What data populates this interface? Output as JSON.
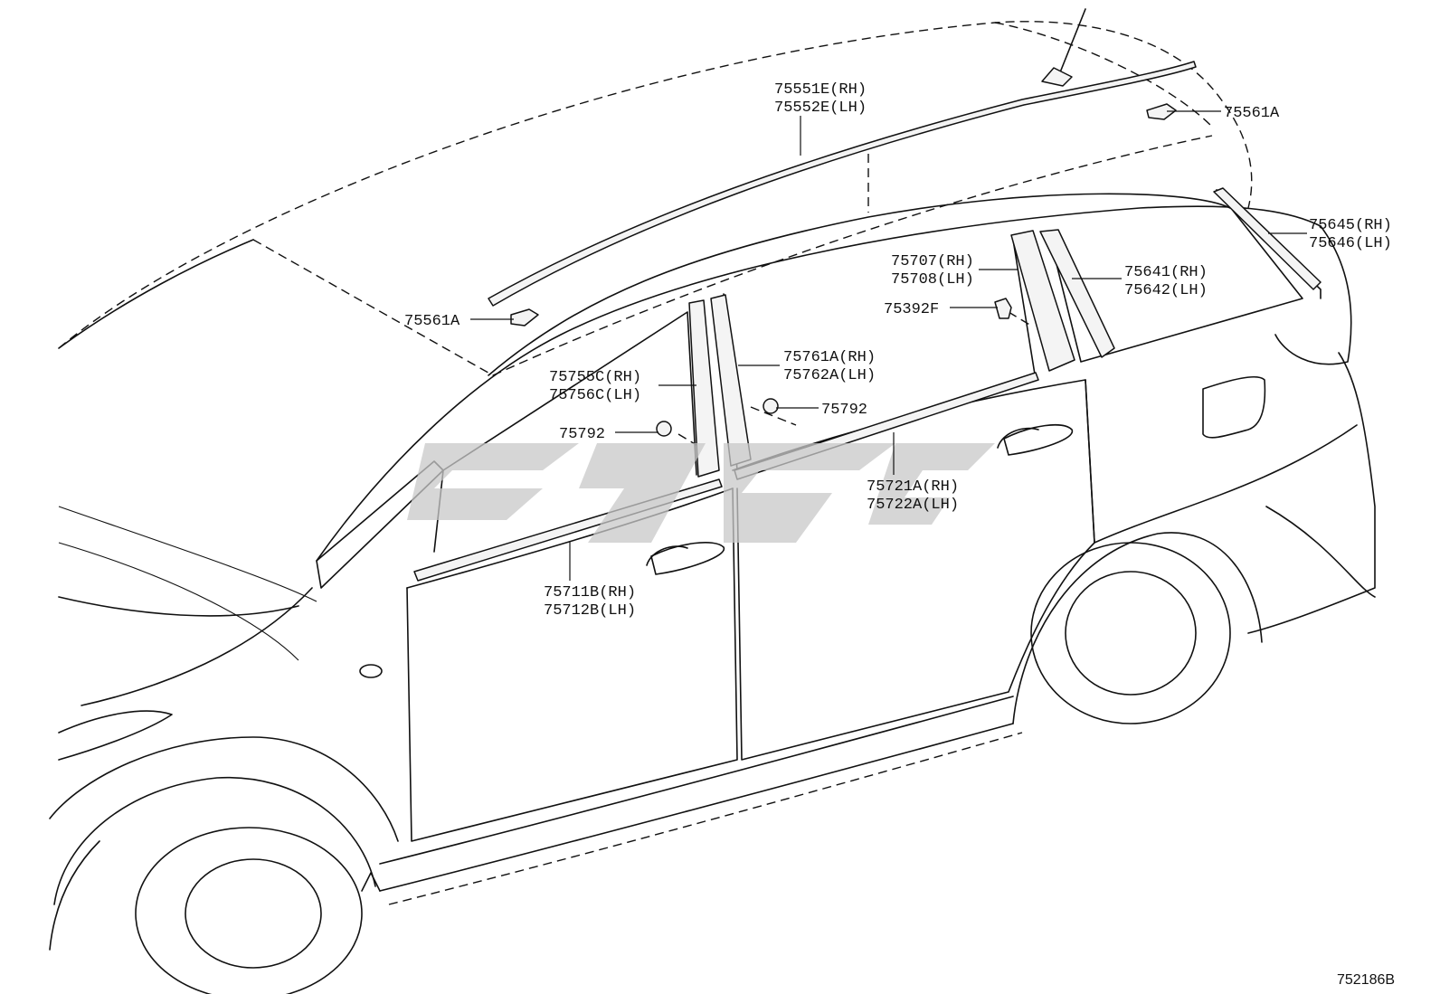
{
  "diagram_code": "752186B",
  "callouts": [
    {
      "id": "roof_molding",
      "lines": [
        "75551E(RH)",
        "75552E(LH)"
      ]
    },
    {
      "id": "roof_clip_rear",
      "lines": [
        "75561A"
      ]
    },
    {
      "id": "roof_clip_front",
      "lines": [
        "75561A"
      ]
    },
    {
      "id": "quarter_window_molding",
      "lines": [
        "75645(RH)",
        "75646(LH)"
      ]
    },
    {
      "id": "rear_pillar_garnish",
      "lines": [
        "75707(RH)",
        "75708(LH)"
      ]
    },
    {
      "id": "rear_quarter_garnish",
      "lines": [
        "75641(RH)",
        "75642(LH)"
      ]
    },
    {
      "id": "clip_75392f",
      "lines": [
        "75392F"
      ]
    },
    {
      "id": "center_pillar_rear",
      "lines": [
        "75761A(RH)",
        "75762A(LH)"
      ]
    },
    {
      "id": "center_pillar_front",
      "lines": [
        "75755C(RH)",
        "75756C(LH)"
      ]
    },
    {
      "id": "clip_75792_right",
      "lines": [
        "75792"
      ]
    },
    {
      "id": "clip_75792_left",
      "lines": [
        "75792"
      ]
    },
    {
      "id": "rear_belt_molding",
      "lines": [
        "75721A(RH)",
        "75722A(LH)"
      ]
    },
    {
      "id": "front_belt_molding",
      "lines": [
        "75711B(RH)",
        "75712B(LH)"
      ]
    }
  ]
}
